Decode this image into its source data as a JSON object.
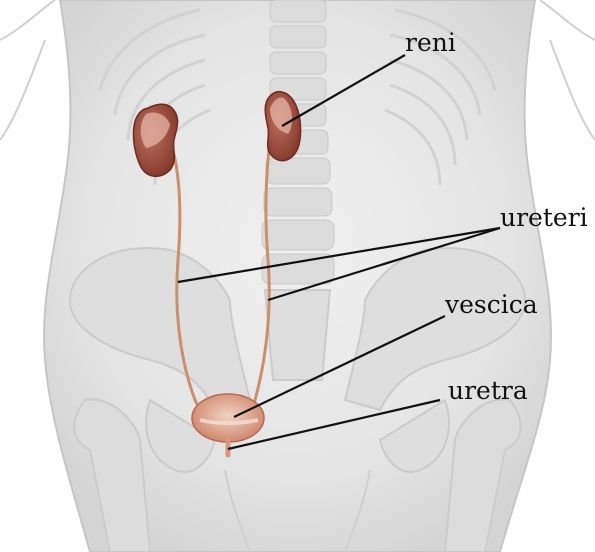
{
  "labels": {
    "kidneys": "reni",
    "ureters": "ureteri",
    "bladder": "vescica",
    "urethra": "uretra"
  },
  "colors": {
    "body_fill": "#e9e9e9",
    "body_outline": "#c6c6c6",
    "skeleton": "#d6d6d6",
    "kidney": "#9c4a3a",
    "kidney_highlight": "#c97e6c",
    "ureter": "#c8906f",
    "bladder": "#d9957c",
    "leader_line": "#111111"
  }
}
